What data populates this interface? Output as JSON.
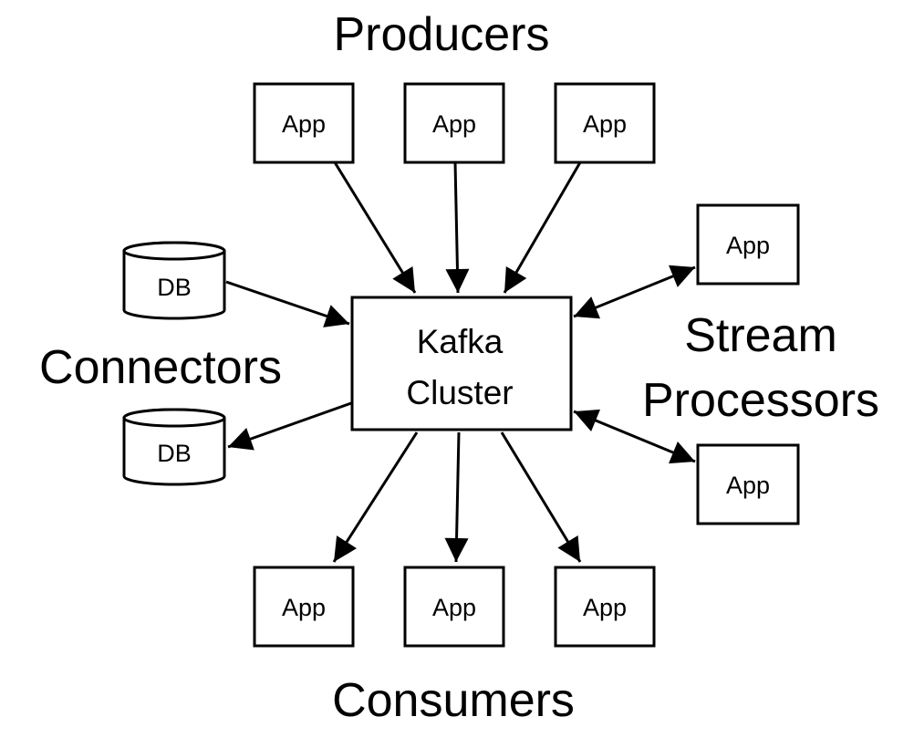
{
  "diagram": {
    "title": "Kafka ecosystem",
    "center": {
      "line1": "Kafka",
      "line2": "Cluster"
    },
    "groups": {
      "producers": "Producers",
      "consumers": "Consumers",
      "connectors": "Connectors",
      "stream_line1": "Stream",
      "stream_line2": "Processors"
    },
    "producers": [
      {
        "label": "App"
      },
      {
        "label": "App"
      },
      {
        "label": "App"
      }
    ],
    "consumers": [
      {
        "label": "App"
      },
      {
        "label": "App"
      },
      {
        "label": "App"
      }
    ],
    "stream_processors": [
      {
        "label": "App"
      },
      {
        "label": "App"
      }
    ],
    "connectors": [
      {
        "label": "DB"
      },
      {
        "label": "DB"
      }
    ],
    "edges": [
      {
        "from": "producer-1",
        "to": "kafka-cluster",
        "direction": "to"
      },
      {
        "from": "producer-2",
        "to": "kafka-cluster",
        "direction": "to"
      },
      {
        "from": "producer-3",
        "to": "kafka-cluster",
        "direction": "to"
      },
      {
        "from": "connector-db-1",
        "to": "kafka-cluster",
        "direction": "to"
      },
      {
        "from": "kafka-cluster",
        "to": "connector-db-2",
        "direction": "to"
      },
      {
        "from": "kafka-cluster",
        "to": "consumer-1",
        "direction": "to"
      },
      {
        "from": "kafka-cluster",
        "to": "consumer-2",
        "direction": "to"
      },
      {
        "from": "kafka-cluster",
        "to": "consumer-3",
        "direction": "to"
      },
      {
        "from": "kafka-cluster",
        "to": "stream-processor-1",
        "direction": "both"
      },
      {
        "from": "kafka-cluster",
        "to": "stream-processor-2",
        "direction": "both"
      }
    ]
  }
}
